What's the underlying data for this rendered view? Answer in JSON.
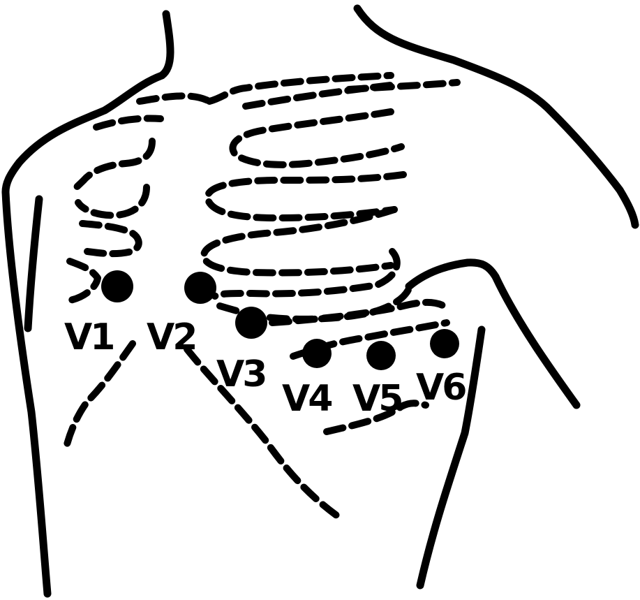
{
  "leads": [
    {
      "id": "v1",
      "label": "V1"
    },
    {
      "id": "v2",
      "label": "V2"
    },
    {
      "id": "v3",
      "label": "V3"
    },
    {
      "id": "v4",
      "label": "V4"
    },
    {
      "id": "v5",
      "label": "V5"
    },
    {
      "id": "v6",
      "label": "V6"
    }
  ],
  "colors": {
    "ink": "#000000",
    "background": "#ffffff"
  }
}
